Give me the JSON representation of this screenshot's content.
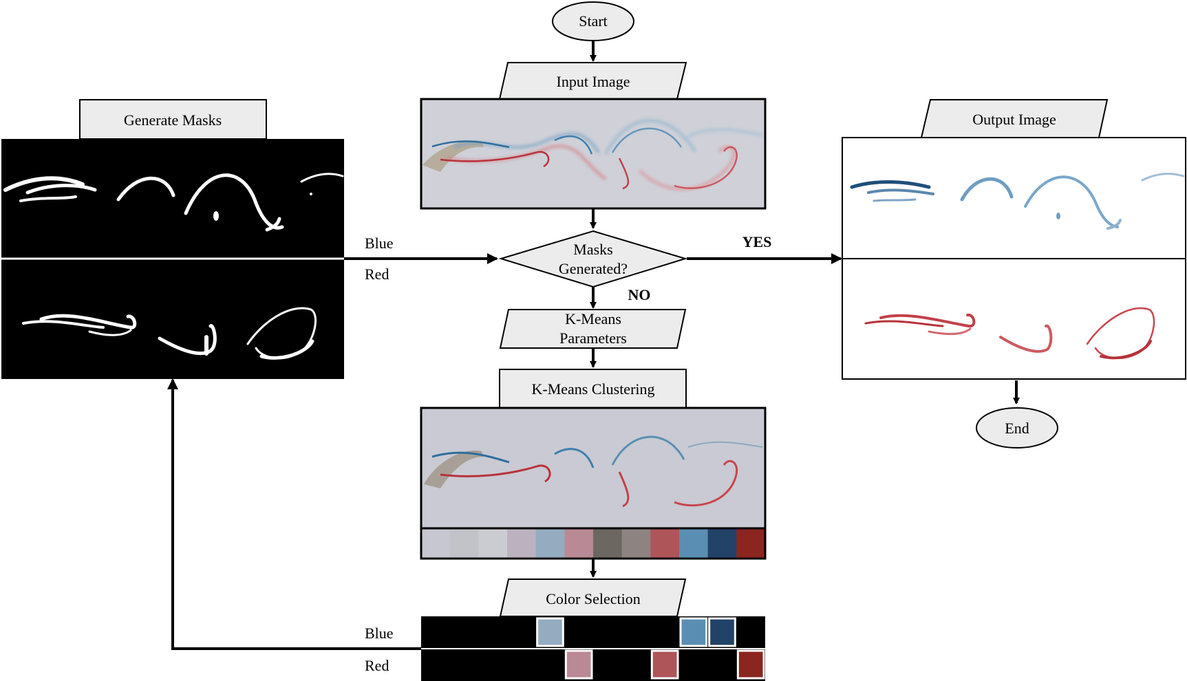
{
  "nodes": {
    "start": "Start",
    "input_image": "Input Image",
    "decision_line1": "Masks",
    "decision_line2": "Generated?",
    "yes": "YES",
    "no": "NO",
    "kmeans_params_line1": "K-Means",
    "kmeans_params_line2": "Parameters",
    "kmeans_clustering": "K-Means Clustering",
    "color_selection": "Color Selection",
    "generate_masks": "Generate Masks",
    "output_image": "Output Image",
    "end": "End"
  },
  "labels": {
    "mask_blue": "Blue",
    "mask_red": "Red",
    "select_blue": "Blue",
    "select_red": "Red"
  },
  "colors": {
    "node_fill": "#ececec",
    "background_image": "#cfd0d8",
    "blue_dye": "#2f6e9c",
    "red_dye": "#b8323a",
    "mask_bg": "#000000",
    "mask_fg": "#ffffff"
  },
  "palette": [
    "#c6c7d0",
    "#c2c3c8",
    "#cbccd1",
    "#bcb2bf",
    "#95abc0",
    "#b98a95",
    "#6d6761",
    "#8d8380",
    "#ae555a",
    "#5a8fb3",
    "#224268",
    "#8b2520"
  ],
  "selection": {
    "blue": [
      false,
      false,
      false,
      false,
      true,
      false,
      false,
      false,
      false,
      true,
      true,
      false
    ],
    "red": [
      false,
      false,
      false,
      false,
      false,
      true,
      false,
      false,
      true,
      false,
      false,
      true
    ]
  }
}
